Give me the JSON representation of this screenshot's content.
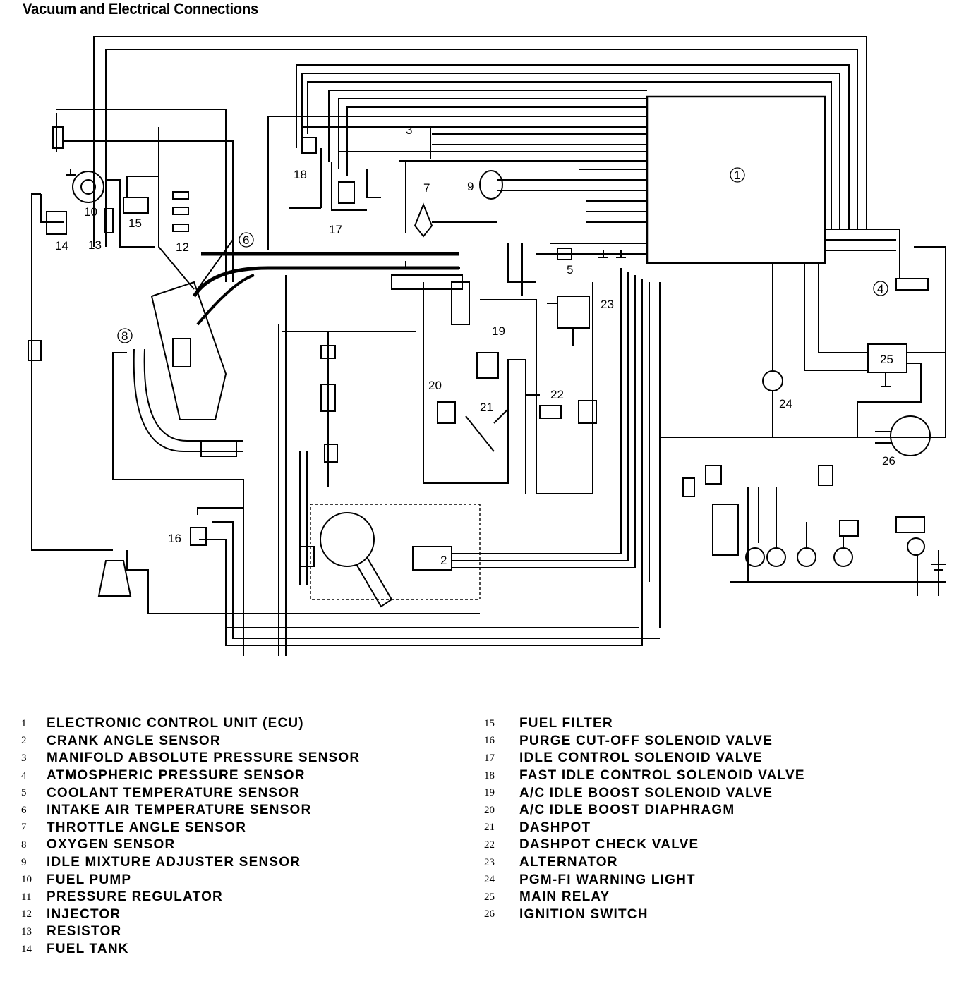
{
  "title": "Vacuum and Electrical Connections",
  "callouts": {
    "c1": "1",
    "c2": "2",
    "c3": "3",
    "c4": "4",
    "c5": "5",
    "c6": "6",
    "c7": "7",
    "c8": "8",
    "c9": "9",
    "c10": "10",
    "c12": "12",
    "c13": "13",
    "c14": "14",
    "c15": "15",
    "c16": "16",
    "c17": "17",
    "c18": "18",
    "c19": "19",
    "c20": "20",
    "c21": "21",
    "c22": "22",
    "c23": "23",
    "c24": "24",
    "c25": "25",
    "c26": "26"
  },
  "legend_left": [
    {
      "num": "1",
      "label": "ELECTRONIC CONTROL UNIT (ECU)"
    },
    {
      "num": "2",
      "label": "CRANK ANGLE SENSOR"
    },
    {
      "num": "3",
      "label": "MANIFOLD ABSOLUTE PRESSURE SENSOR"
    },
    {
      "num": "4",
      "label": "ATMOSPHERIC PRESSURE SENSOR"
    },
    {
      "num": "5",
      "label": "COOLANT TEMPERATURE SENSOR"
    },
    {
      "num": "6",
      "label": "INTAKE AIR TEMPERATURE SENSOR"
    },
    {
      "num": "7",
      "label": "THROTTLE ANGLE SENSOR"
    },
    {
      "num": "8",
      "label": "OXYGEN SENSOR"
    },
    {
      "num": "9",
      "label": "IDLE MIXTURE ADJUSTER SENSOR"
    },
    {
      "num": "10",
      "label": "FUEL PUMP"
    },
    {
      "num": "11",
      "label": "PRESSURE REGULATOR"
    },
    {
      "num": "12",
      "label": "INJECTOR"
    },
    {
      "num": "13",
      "label": "RESISTOR"
    },
    {
      "num": "14",
      "label": "FUEL TANK"
    }
  ],
  "legend_right": [
    {
      "num": "15",
      "label": "FUEL FILTER"
    },
    {
      "num": "16",
      "label": "PURGE CUT-OFF SOLENOID VALVE"
    },
    {
      "num": "17",
      "label": "IDLE CONTROL SOLENOID VALVE"
    },
    {
      "num": "18",
      "label": "FAST IDLE CONTROL SOLENOID VALVE"
    },
    {
      "num": "19",
      "label": "A/C IDLE BOOST SOLENOID VALVE"
    },
    {
      "num": "20",
      "label": "A/C IDLE BOOST DIAPHRAGM"
    },
    {
      "num": "21",
      "label": "DASHPOT"
    },
    {
      "num": "22",
      "label": "DASHPOT CHECK VALVE"
    },
    {
      "num": "23",
      "label": "ALTERNATOR"
    },
    {
      "num": "24",
      "label": "PGM-FI WARNING LIGHT"
    },
    {
      "num": "25",
      "label": "MAIN RELAY"
    },
    {
      "num": "26",
      "label": "IGNITION SWITCH"
    }
  ]
}
